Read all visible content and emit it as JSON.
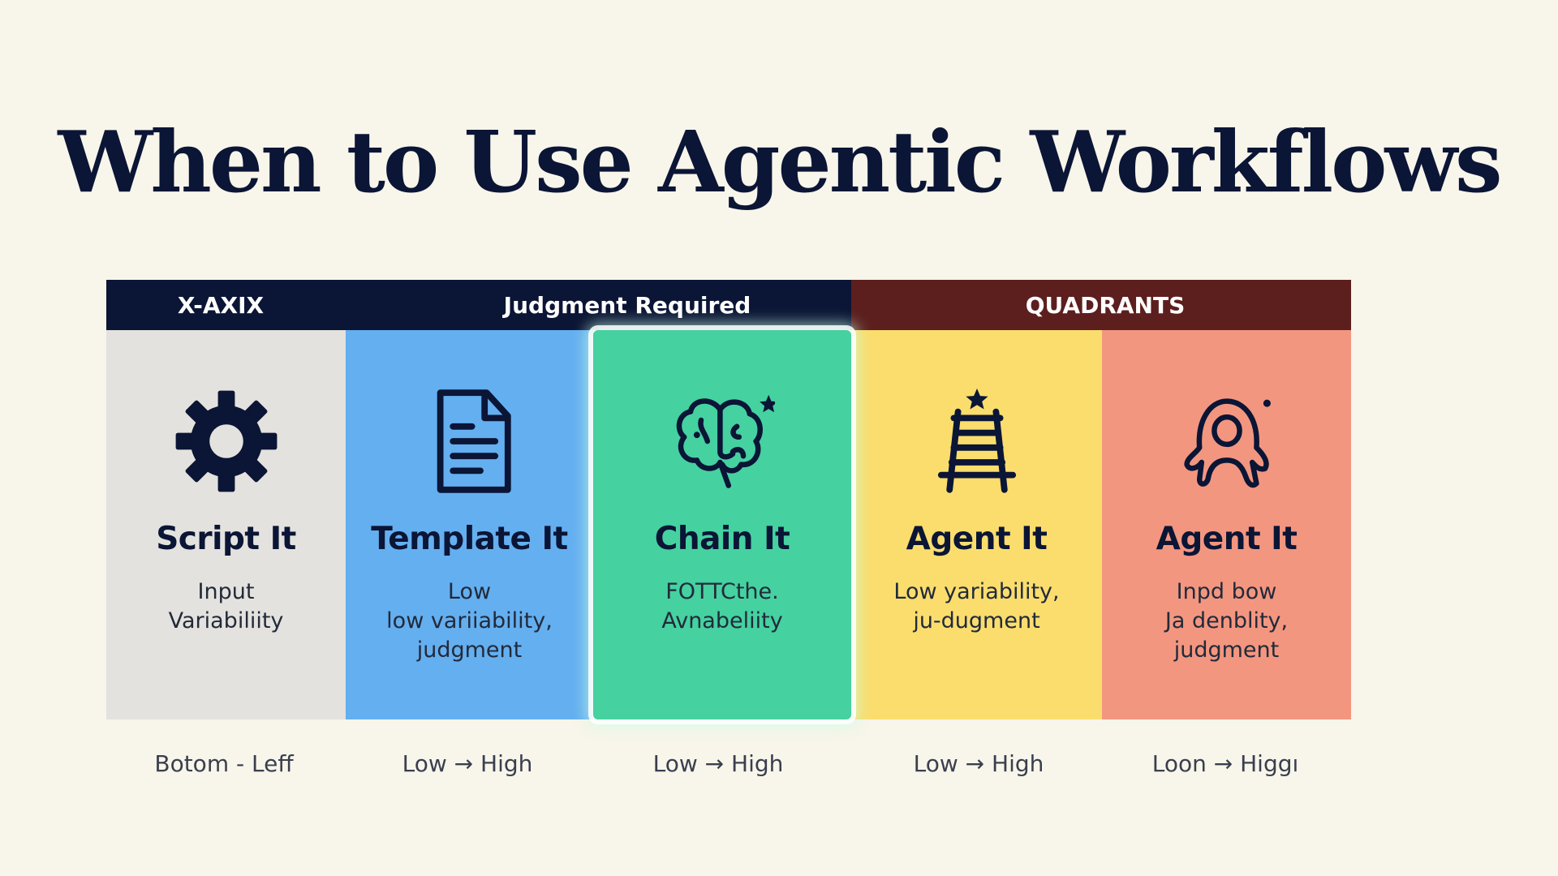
{
  "title": "When to Use Agentic Workflows",
  "header": {
    "left_label": "X-AXIX",
    "middle_label": "Judgment Required",
    "right_label": "QUADRANTS",
    "colors": {
      "navy": "#0b1535",
      "maroon": "#5c1f1e"
    }
  },
  "columns": [
    {
      "title": "Script It",
      "desc": [
        "Input",
        "Variabiliity"
      ],
      "icon": "gear-icon",
      "color": "#e3e2de",
      "axis": "Botom - Leff"
    },
    {
      "title": "Template It",
      "desc": [
        "Low",
        "low variiability,",
        "judgment"
      ],
      "icon": "document-icon",
      "color": "#64aff0",
      "axis": "Low → High"
    },
    {
      "title": "Chain It",
      "desc": [
        "FOTTCthe.",
        "Avnabeliity"
      ],
      "icon": "brain-icon",
      "color": "#45d1a0",
      "axis": "Low → High"
    },
    {
      "title": "Agent It",
      "desc": [
        "Low yariability,",
        "ju-dugment"
      ],
      "icon": "ladder-icon",
      "color": "#fadd6d",
      "axis": "Low → High"
    },
    {
      "title": "Agent It",
      "desc": [
        "Inpd bow",
        "Ja denblity,",
        "judgment"
      ],
      "icon": "agent-blob-icon",
      "color": "#f39680",
      "axis": "Loon → Higgı"
    }
  ]
}
